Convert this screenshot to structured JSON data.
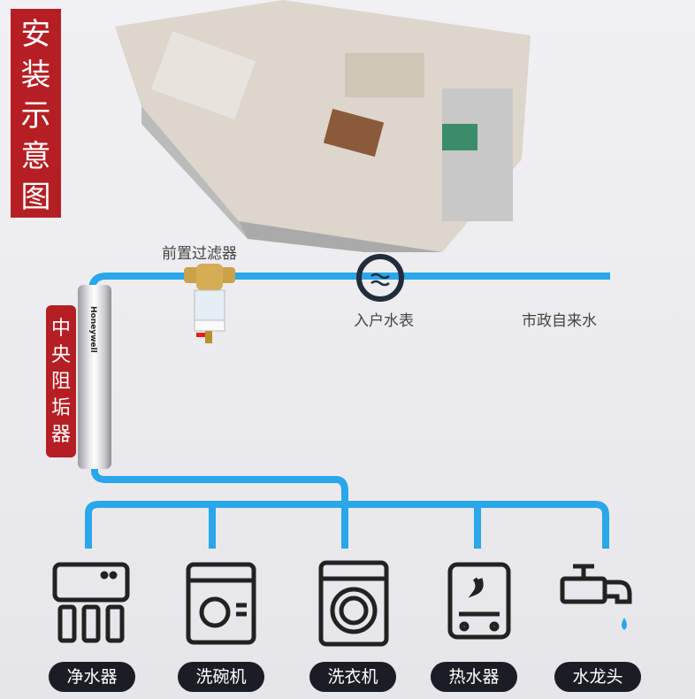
{
  "title": "安装示意图",
  "labels": {
    "prefilter": "前置过滤器",
    "meter": "入户水表",
    "municipal": "市政自来水",
    "softener": "中央阻垢器",
    "brand": "Honeywell"
  },
  "appliances": [
    {
      "label": "净水器",
      "icon": "water-purifier-icon"
    },
    {
      "label": "洗碗机",
      "icon": "dishwasher-icon"
    },
    {
      "label": "洗衣机",
      "icon": "washing-machine-icon"
    },
    {
      "label": "热水器",
      "icon": "water-heater-icon"
    },
    {
      "label": "水龙头",
      "icon": "faucet-icon"
    }
  ],
  "colors": {
    "pipe": "#2aa6ea",
    "accent": "#b51f24",
    "dark": "#1b1d24"
  }
}
